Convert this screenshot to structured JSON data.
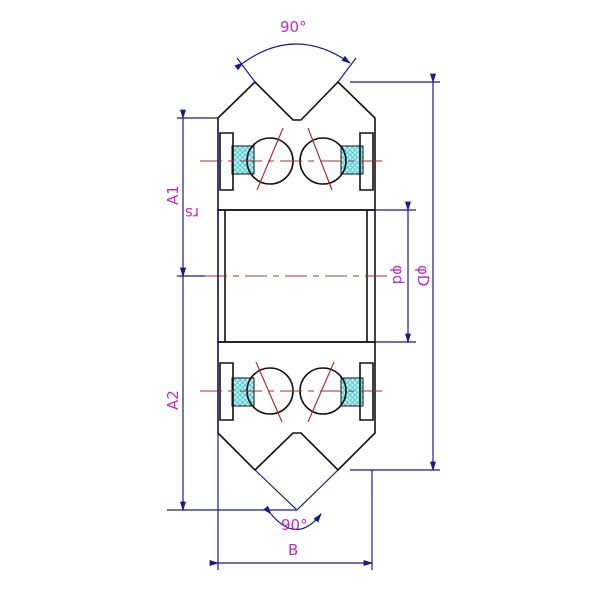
{
  "drawing": {
    "type": "double-row V-groove guide roller bearing cross-section",
    "labels": {
      "top_angle": "90°",
      "bottom_angle": "90°",
      "a1": "A1",
      "a2": "A2",
      "rs": "rs",
      "d": "φd",
      "D": "φD",
      "B": "B"
    },
    "colors": {
      "hatch": "#3ec8d0",
      "hatch_fill": "#d6f6f8",
      "outline": "#111111",
      "dimension": "#1a1a8c",
      "centerline": "#b02020",
      "label": "#c02cc0"
    }
  }
}
